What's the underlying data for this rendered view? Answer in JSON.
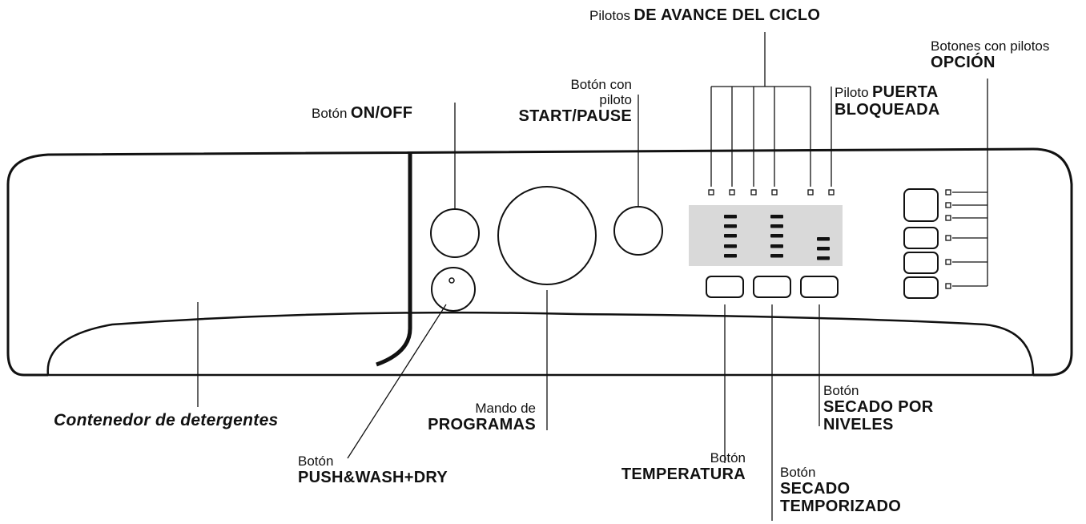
{
  "labels": {
    "pilotos_avance": {
      "prefix": "Pilotos",
      "bold": "DE AVANCE DEL CICLO"
    },
    "botones_opcion": {
      "line1": "Botones con pilotos",
      "bold": "OPCIÓN"
    },
    "start_pause": {
      "line1": "Botón con",
      "line2": "piloto",
      "bold": "START/PAUSE"
    },
    "on_off": {
      "prefix": "Botón",
      "bold": "ON/OFF"
    },
    "puerta_bloqueada": {
      "prefix": "Piloto",
      "bold1": "PUERTA",
      "bold2": "BLOQUEADA"
    },
    "contenedor": {
      "bold": "Contenedor de detergentes"
    },
    "mando_programas": {
      "line1": "Mando de",
      "bold": "PROGRAMAS"
    },
    "push_wash": {
      "line1": "Botón",
      "bold": "PUSH&WASH+DRY"
    },
    "temperatura": {
      "line1": "Botón",
      "bold": "TEMPERATURA"
    },
    "secado_niveles": {
      "line1": "Botón",
      "bold1": "SECADO POR",
      "bold2": "NIVELES"
    },
    "secado_temporizado": {
      "line1": "Botón",
      "bold1": "SECADO",
      "bold2": "TEMPORIZADO"
    }
  },
  "colors": {
    "stroke": "#111111",
    "display_bg": "#d9d9d9"
  }
}
